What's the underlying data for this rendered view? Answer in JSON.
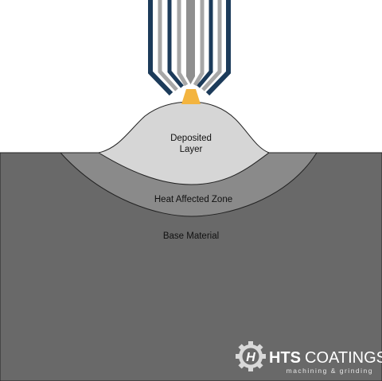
{
  "labels": {
    "deposited_line1": "Deposited",
    "deposited_line2": "Layer",
    "heat_affected_zone": "Heat Affected Zone",
    "base_material": "Base Material"
  },
  "logo": {
    "initial": "H",
    "name_bold": "HTS",
    "name_rest": "COATINGS",
    "tagline": "machining & grinding"
  },
  "colors": {
    "base_material": "#696969",
    "heat_affected_zone": "#8a8a8a",
    "deposited_layer": "#d6d6d6",
    "nozzle_dark_blue": "#1c3b5a",
    "nozzle_gray": "#a7a7a7",
    "arc": "#f3b43f",
    "outline": "#222222"
  },
  "icons": {
    "logo_mark": "gear-h-icon"
  }
}
